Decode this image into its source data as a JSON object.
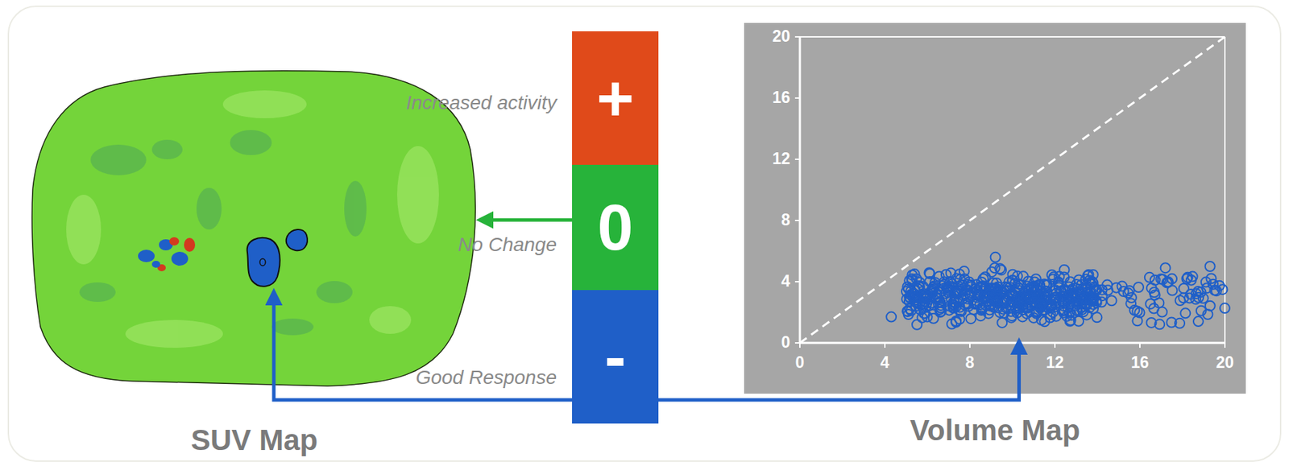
{
  "diagram": {
    "nodes": [
      {
        "text": [
          "SUV Map"
        ]
      },
      {
        "text": [
          "+"
        ]
      },
      {
        "text": [
          "0"
        ]
      },
      {
        "text": [
          "-"
        ]
      },
      {
        "text": [
          "Volume Map"
        ]
      }
    ],
    "edges": [
      {
        "from": 2,
        "to": 0,
        "arrow": "to"
      },
      {
        "from": 4,
        "to": 0,
        "arrow": "both"
      }
    ],
    "labels": [
      "Increased activity",
      "No Change",
      "Good Response",
      "20",
      "16",
      "12",
      "8",
      "4",
      "0",
      "0",
      "4",
      "8",
      "12",
      "16",
      "20"
    ]
  }
}
